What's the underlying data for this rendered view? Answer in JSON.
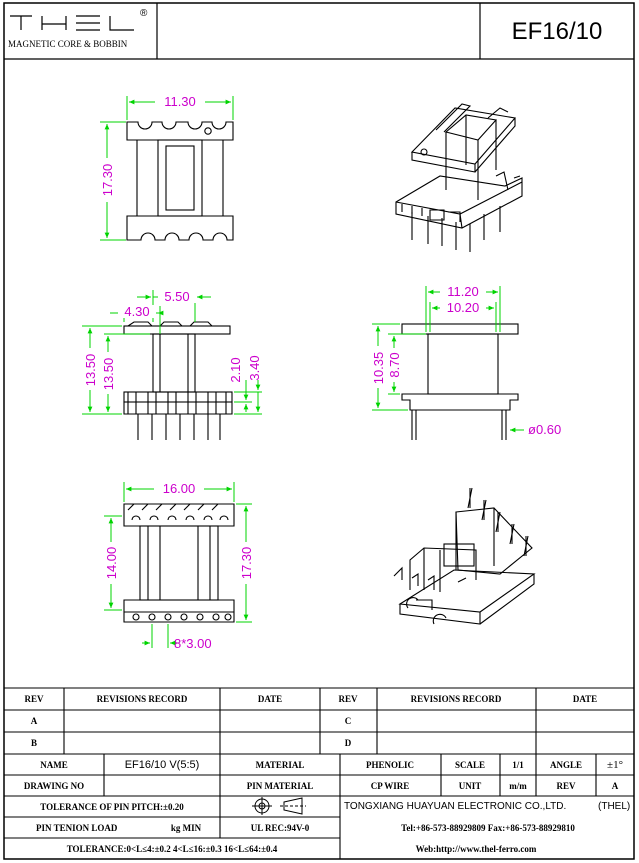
{
  "header": {
    "logo_text": "THEL",
    "logo_registered": "®",
    "company_tagline": "MAGNETIC CORE & BOBBIN",
    "part_number": "EF16/10"
  },
  "colors": {
    "dimension": "#00d400",
    "dimension_text": "#cc00cc",
    "outline": "#000000",
    "background": "#ffffff"
  },
  "dimensions": {
    "top_width": "11.30",
    "top_height": "17.30",
    "front_inner_width": "5.50",
    "front_offset": "4.30",
    "front_total_height": "13.50",
    "front_body_height": "13.50",
    "front_small_a": "2.10",
    "front_small_b": "3.40",
    "side_outer_width": "11.20",
    "side_inner_width": "10.20",
    "side_height_a": "10.35",
    "side_height_b": "8.70",
    "pin_diameter": "ø0.60",
    "bottom_width": "16.00",
    "bottom_height_inner": "14.00",
    "bottom_height_outer": "17.30",
    "pin_pitch": "8*3.00"
  },
  "title_block": {
    "rev_label": "REV",
    "revisions_record_label": "REVISIONS RECORD",
    "date_label": "DATE",
    "rev_a": "A",
    "rev_b": "B",
    "rev_c": "C",
    "rev_d": "D",
    "name_label": "NAME",
    "name_value": "EF16/10 V(5:5)",
    "material_label": "MATERIAL",
    "material_value": "PHENOLIC",
    "scale_label": "SCALE",
    "scale_value": "1/1",
    "angle_label": "ANGLE",
    "angle_value": "±1°",
    "drawing_no_label": "DRAWING NO",
    "pin_material_label": "PIN MATERIAL",
    "pin_material_value": "CP WIRE",
    "unit_label": "UNIT",
    "unit_value": "m/m",
    "rev_label_2": "REV",
    "rev_value": "A",
    "tolerance_pitch": "TOLERANCE OF PIN PITCH:±0.20",
    "company_name": "TONGXIANG HUAYUAN ELECTRONIC CO.,LTD.",
    "company_short": "(THEL)",
    "pin_tension_label": "PIN TENION LOAD",
    "pin_tension_unit": "kg MIN",
    "ul_rec": "UL REC:94V-0",
    "phone": "Tel:+86-573-88929809 Fax:+86-573-88929810",
    "tolerance_general": "TOLERANCE:0<L≤4:±0.2   4<L≤16:±0.3   16<L≤64:±0.4",
    "web": "Web:http://www.thel-ferro.com"
  }
}
